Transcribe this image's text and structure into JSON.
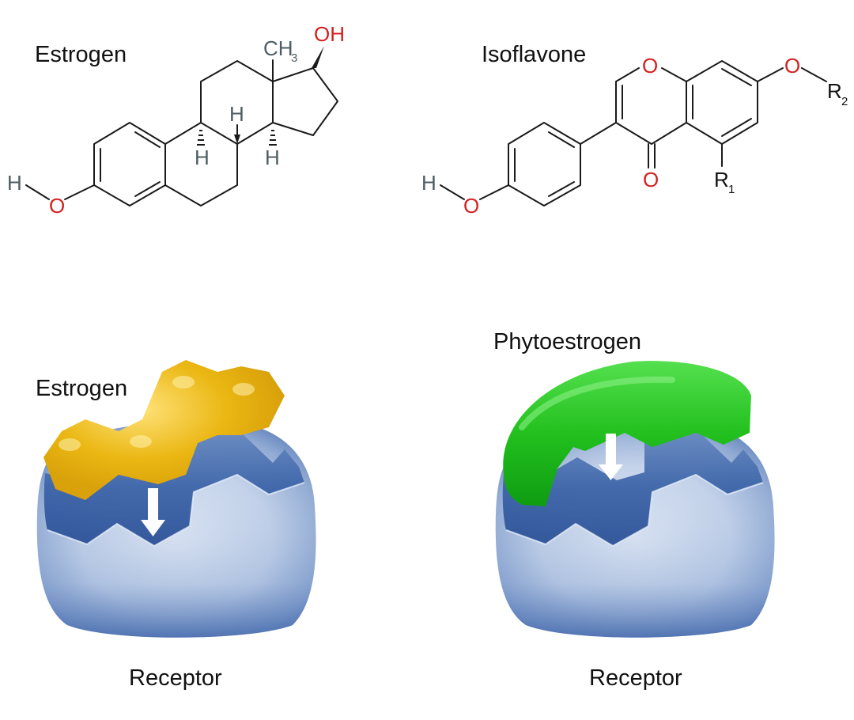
{
  "labels": {
    "estrogen_title": "Estrogen",
    "isoflavone_title": "Isoflavone",
    "estrogen_panel": "Estrogen",
    "phytoestrogen_panel": "Phytoestrogen",
    "receptor_left": "Receptor",
    "receptor_right": "Receptor"
  },
  "estrogen_atoms": {
    "h_left": "H",
    "o_left": "O",
    "ch3_c": "CH",
    "ch3_sub": "3",
    "oh": "OH",
    "h_bridge_top": "H",
    "h_bridge_bottom_left": "H",
    "h_bridge_bottom_right": "H"
  },
  "isoflavone_atoms": {
    "h_left": "H",
    "o_left": "O",
    "o_ring": "O",
    "o_keto": "O",
    "o_right": "O",
    "r1": "R",
    "r1_sub": "1",
    "r2": "R",
    "r2_sub": "2"
  },
  "colors": {
    "oxygen": "#d42020",
    "hydrogen_stereo": "#4d5d63",
    "estrogen_ligand": "#e8b512",
    "phytoestrogen_ligand": "#22c01e",
    "receptor_light": "#c8d6ec",
    "receptor_dark": "#2f5aa2",
    "arrow": "#ffffff"
  }
}
